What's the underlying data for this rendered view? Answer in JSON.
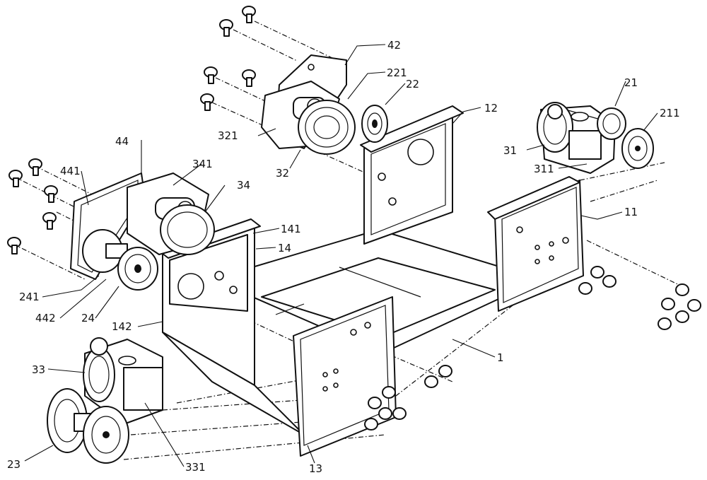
{
  "labels": {
    "l1": "1",
    "l11": "11",
    "l12": "12",
    "l13": "13",
    "l14": "14",
    "l141": "141",
    "l142": "142",
    "l21": "21",
    "l211": "211",
    "l22": "22",
    "l221": "221",
    "l23": "23",
    "l24": "24",
    "l241": "241",
    "l31": "31",
    "l311": "311",
    "l32": "32",
    "l321": "321",
    "l33": "33",
    "l331": "331",
    "l34": "34",
    "l341": "341",
    "l42": "42",
    "l44": "44",
    "l441": "441",
    "l442": "442"
  }
}
